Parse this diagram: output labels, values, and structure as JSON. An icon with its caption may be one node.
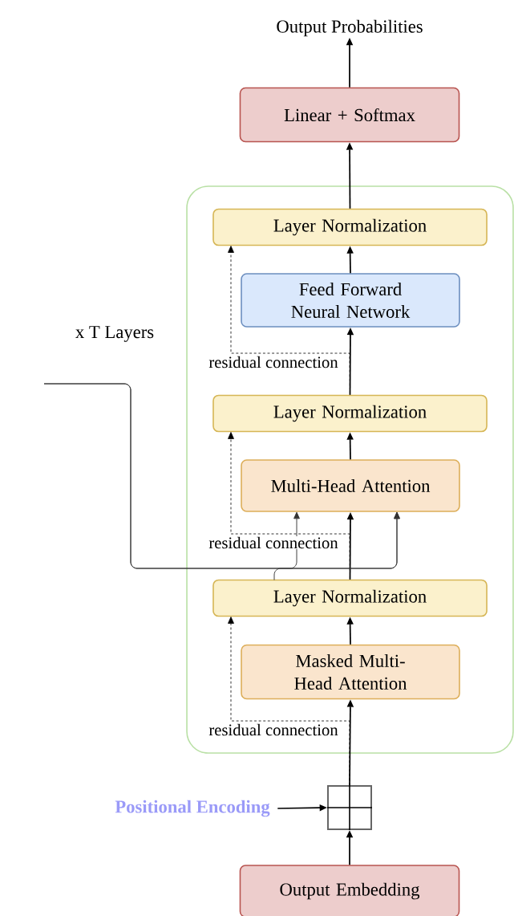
{
  "diagram": {
    "nodes": [
      {
        "text": [
          "Output Probabilities"
        ]
      },
      {
        "text": [
          "Linear + Softmax"
        ]
      },
      {
        "text": [],
        "shape": "box"
      },
      {
        "text": [
          "Layer Normalization"
        ],
        "in": 2
      },
      {
        "text": [
          "Feed Forward Neural Network"
        ],
        "in": 2
      },
      {
        "text": [
          "Layer Normalization"
        ],
        "in": 2
      },
      {
        "text": [
          "Multi-Head Attention"
        ],
        "in": 2
      },
      {
        "text": [
          "Layer Normalization"
        ],
        "in": 2
      },
      {
        "text": [
          "Masked Multi-Head Attention"
        ],
        "in": 2
      },
      {
        "text": [],
        "shape": "box"
      },
      {
        "text": [
          "Positional Encoding"
        ]
      },
      {
        "text": [
          "Output Embedding"
        ]
      }
    ],
    "edges": [
      {
        "from": 1,
        "to": 0,
        "arrow": "to"
      },
      {
        "from": 3,
        "to": 1,
        "arrow": "to"
      },
      {
        "from": 4,
        "to": 3,
        "arrow": "to"
      },
      {
        "from": 5,
        "to": 4,
        "arrow": "to"
      },
      {
        "from": 5,
        "to": 3,
        "arrow": "to",
        "style": "dashed",
        "label": "residual connection"
      },
      {
        "from": 6,
        "to": 5,
        "arrow": "to"
      },
      {
        "from": 7,
        "to": 6,
        "arrow": "to"
      },
      {
        "from": 7,
        "to": 5,
        "arrow": "to",
        "style": "dashed",
        "label": "residual connection"
      },
      {
        "from": null,
        "to": 6,
        "arrow": "to"
      },
      {
        "from": null,
        "to": 6,
        "arrow": "to"
      },
      {
        "from": 7,
        "to": 6,
        "arrow": "to"
      },
      {
        "from": 8,
        "to": 7,
        "arrow": "to"
      },
      {
        "from": 9,
        "to": 8,
        "arrow": "to"
      },
      {
        "from": 9,
        "to": 7,
        "arrow": "to",
        "style": "dashed",
        "label": "residual connection"
      },
      {
        "from": 10,
        "to": 9,
        "arrow": "to"
      },
      {
        "from": 11,
        "to": 9,
        "arrow": "to"
      }
    ],
    "labels": [
      "x T Layers"
    ]
  }
}
